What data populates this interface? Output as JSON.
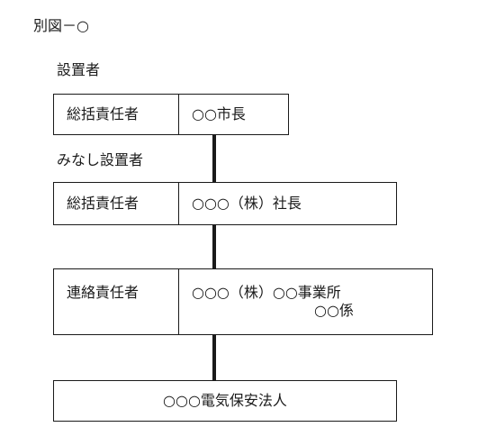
{
  "header": {
    "figure_label": "別図－○"
  },
  "owner": {
    "label": "設置者",
    "role": "総括責任者",
    "name": "○○市長"
  },
  "deemed_owner": {
    "label": "みなし設置者",
    "role": "総括責任者",
    "name": "○○○（株）社長"
  },
  "liaison": {
    "role": "連絡責任者",
    "name_line1": "○○○（株）○○事業所",
    "name_line2": "○○係"
  },
  "corporation": {
    "name": "○○○電気保安法人"
  }
}
